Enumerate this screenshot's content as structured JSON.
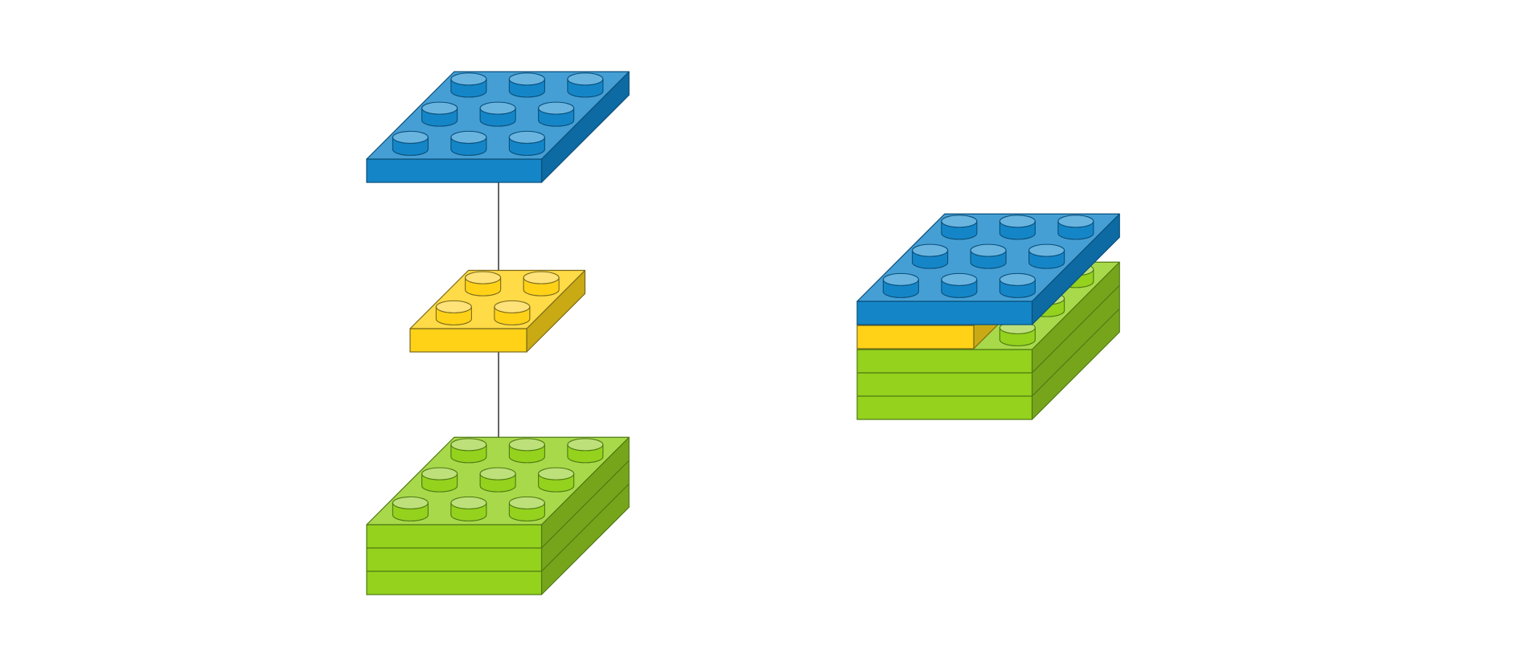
{
  "palette": {
    "blue": {
      "top": "#459fd4",
      "front": "#1486c8",
      "side": "#0d6aa2",
      "stroke": "#0a4f7a",
      "stud_top": "#6ab4e0"
    },
    "yellow": {
      "top": "#ffdb47",
      "front": "#ffd218",
      "side": "#c9aa14",
      "stroke": "#7a6a1a",
      "stud_top": "#ffe27a"
    },
    "green": {
      "top": "#a8d94a",
      "front": "#94d21e",
      "side": "#76a51c",
      "stroke": "#4f7a12",
      "stud_top": "#bde07a"
    }
  },
  "connector_color": "#333333",
  "exploded_view": {
    "pieces": [
      {
        "color": "blue",
        "studs_wide": 3,
        "studs_deep": 3,
        "layers": 1
      },
      {
        "color": "yellow",
        "studs_wide": 2,
        "studs_deep": 2,
        "layers": 1
      },
      {
        "color": "green",
        "studs_wide": 3,
        "studs_deep": 3,
        "layers": 3
      }
    ]
  },
  "assembled_view": {
    "pieces": [
      {
        "color": "green",
        "studs_wide": 3,
        "studs_deep": 3,
        "layers": 3
      },
      {
        "color": "yellow",
        "studs_wide": 2,
        "studs_deep": 2,
        "layers": 1
      },
      {
        "color": "blue",
        "studs_wide": 3,
        "studs_deep": 3,
        "layers": 1
      }
    ]
  }
}
